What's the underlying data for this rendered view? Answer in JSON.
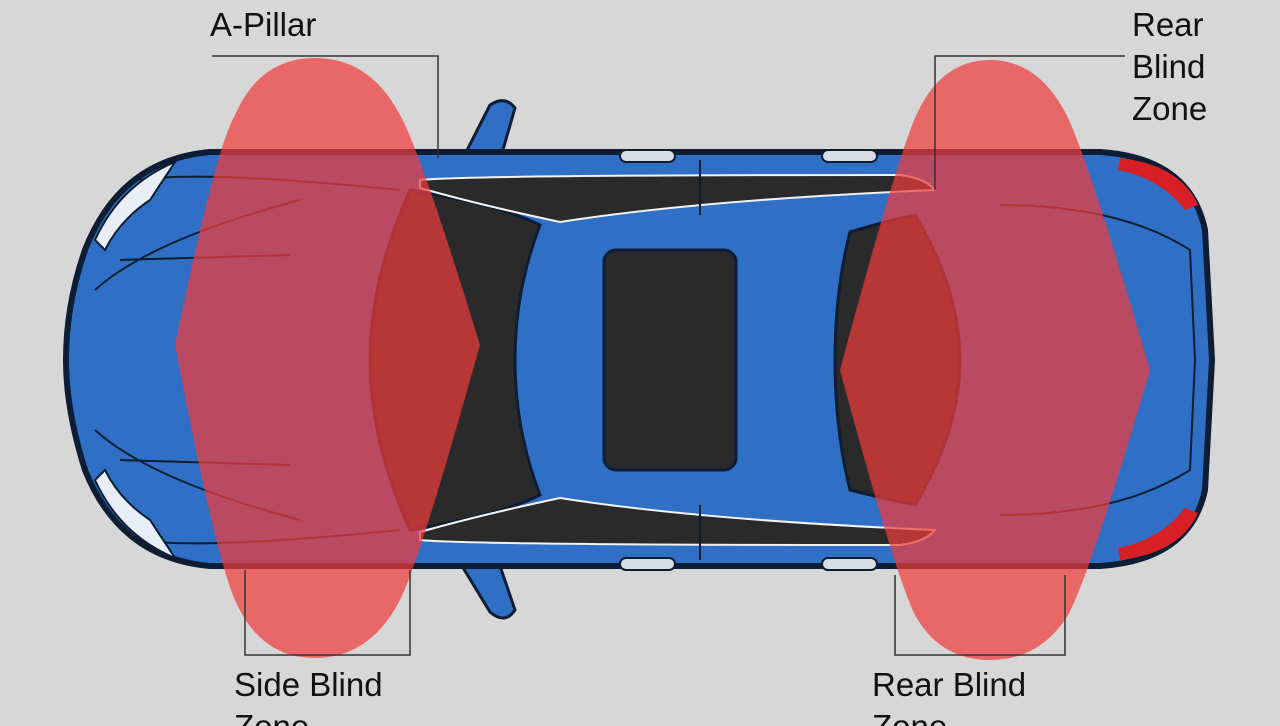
{
  "labels": {
    "a_pillar": "A-Pillar",
    "rear_blind_zone": [
      "Rear",
      "Blind",
      "Zone"
    ],
    "side_blind_zone": [
      "Side Blind",
      "Zone"
    ],
    "rear_blind_zone_bottom": [
      "Rear Blind",
      "Zone"
    ]
  },
  "colors": {
    "background": "#d7d7d7",
    "car_body": "#2f6fc6",
    "car_outline": "#0d1d33",
    "glass": "#2a2a2a",
    "blind_zone": "#ee3b3b",
    "tail_light": "#d81f26"
  }
}
